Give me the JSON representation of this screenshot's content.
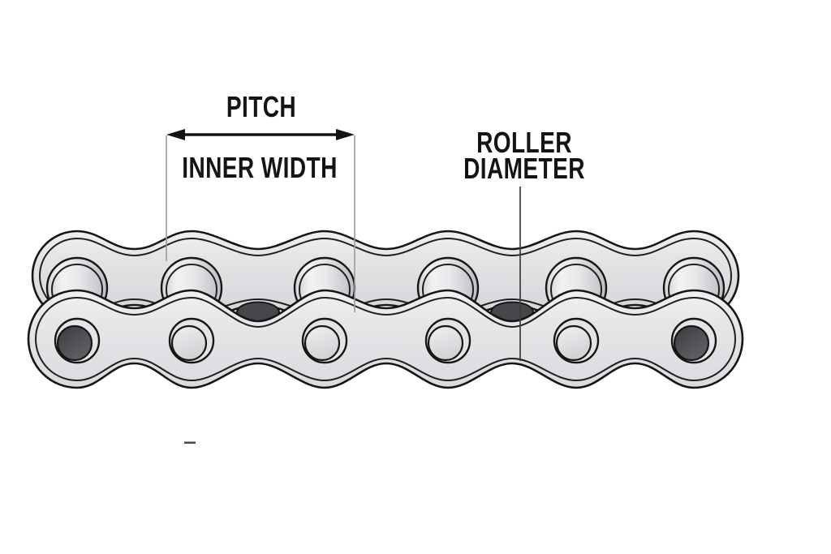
{
  "labels": {
    "pitch": "PITCH",
    "inner_width": "INNER WIDTH",
    "roller_diameter_line1": "ROLLER",
    "roller_diameter_line2": "DIAMETER"
  },
  "chain": {
    "visible_links": 5,
    "pin_count": 6,
    "roller_count": 6,
    "dark_end_pin_count": 2
  },
  "colors": {
    "background": "#ffffff",
    "outline": "#161616",
    "contour": "#1f1f1f",
    "text": "#141414",
    "extension_line": "#9a9a9a",
    "leader_line": "#3c3c3c",
    "arrow": "#141414",
    "plate_back_top": "#eef0f1",
    "plate_back_mid": "#e4e5e7",
    "plate_back_bottom": "#d3d4d7",
    "plate_front_top": "#f0f1f2",
    "plate_front_mid": "#e6e7e9",
    "plate_front_bottom": "#dadbde",
    "roller_light": "#eff0f2",
    "roller_dark": "#bdbfc3",
    "pin_ring": "#e3e4e6",
    "pin_light_top": "#f0f0f2",
    "pin_light_bottom": "#d2d3d6",
    "pin_dark_a": "#3a3c3f",
    "pin_dark_b": "#5f6165",
    "hole_fill": "#45474a",
    "dash_mark": "#4a4a4a"
  }
}
